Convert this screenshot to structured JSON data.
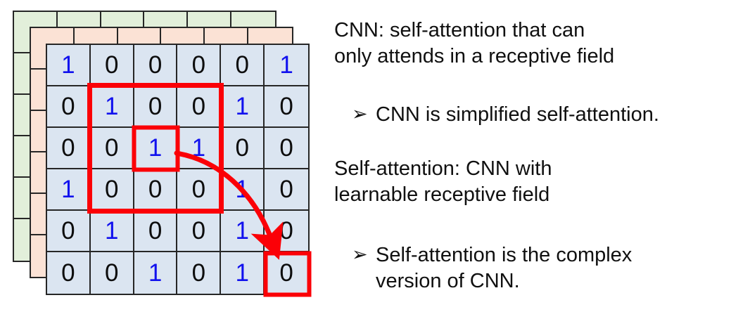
{
  "diagram": {
    "name": "feature-map-stack",
    "layer_colors": {
      "back": "#e2efda",
      "middle": "#fbe2d5",
      "front": "#dbe5f1"
    },
    "accent_color": "#fb0007",
    "one_color": "#1111ee",
    "zero_color": "#0d0d0d",
    "rows": 6,
    "cols": 6,
    "values": [
      [
        "1",
        "0",
        "0",
        "0",
        "0",
        "1"
      ],
      [
        "0",
        "1",
        "0",
        "0",
        "1",
        "0"
      ],
      [
        "0",
        "0",
        "1",
        "1",
        "0",
        "0"
      ],
      [
        "1",
        "0",
        "0",
        "0",
        "1",
        "0"
      ],
      [
        "0",
        "1",
        "0",
        "0",
        "1",
        "0"
      ],
      [
        "0",
        "0",
        "1",
        "0",
        "1",
        "0"
      ]
    ],
    "annotations": {
      "receptive_field_box": {
        "row_start": 2,
        "col_start": 2,
        "row_span": 3,
        "col_span": 3
      },
      "center_cell_box": {
        "row": 3,
        "col": 3
      },
      "target_cell_box": {
        "row": 6,
        "col": 6
      },
      "arrow": {
        "from_row": 3,
        "from_col": 3,
        "to_row": 6,
        "to_col": 6
      }
    }
  },
  "text": {
    "cnn_statement": "CNN: self-attention that can\nonly attends in a receptive field",
    "cnn_bullet": "CNN is simplified self-attention.",
    "selfattention_statement": "Self-attention: CNN with\nlearnable receptive field",
    "selfattention_bullet": "Self-attention is the complex\nversion of CNN.",
    "bullet_glyph": "➢"
  }
}
